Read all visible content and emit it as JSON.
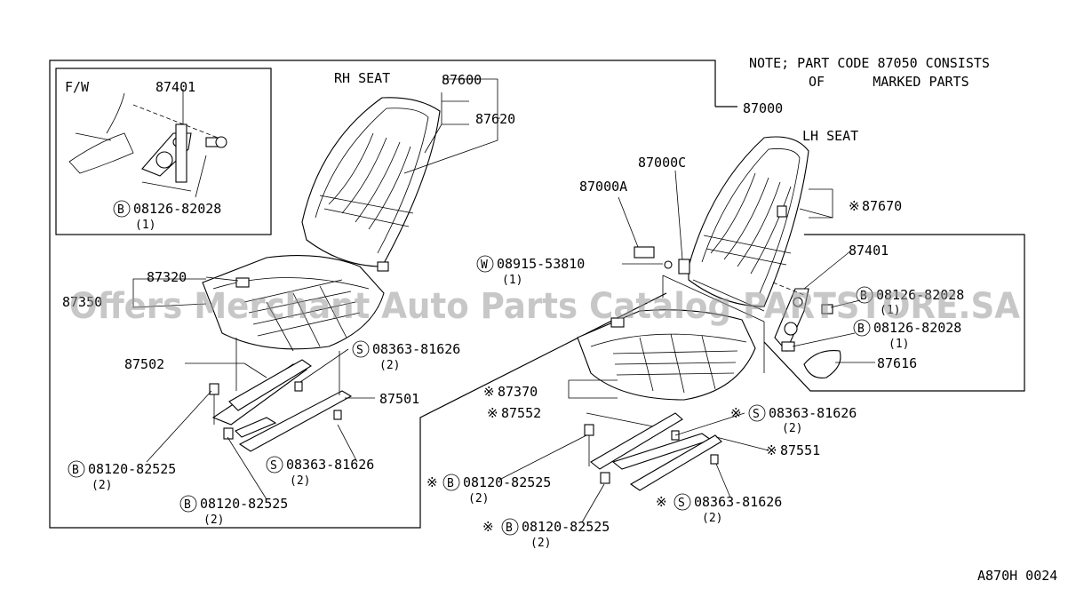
{
  "note": {
    "line1": "NOTE; PART CODE 87050 CONSISTS",
    "line2": "OF      MARKED PARTS"
  },
  "inset_fw": {
    "title": "F/W",
    "part": "87401",
    "bolt_code": "08126-82028",
    "bolt_qty": "(1)"
  },
  "rh_seat": {
    "title": "RH SEAT",
    "back_parts": [
      "87600",
      "87620"
    ],
    "cushion_top": "87320",
    "cushion_side": "87350",
    "bracket": "87502",
    "rail": "87501",
    "screw_a_code": "08363-81626",
    "screw_a_qty": "(2)",
    "screw_b_code": "08363-81626",
    "screw_b_qty": "(2)",
    "bolt_a_code": "08120-82525",
    "bolt_a_qty": "(2)",
    "bolt_b_code": "08120-82525",
    "bolt_b_qty": "(2)"
  },
  "lh_seat": {
    "title": "LH SEAT",
    "assembly": "87000",
    "part_c": "87000C",
    "part_a": "87000A",
    "washer_code": "08915-53810",
    "washer_qty": "(1)",
    "back_cover": "87670",
    "hinge": "87401",
    "hinge_bolt1_code": "08126-82028",
    "hinge_bolt1_qty": "(1)",
    "hinge_bolt2_code": "08126-82028",
    "hinge_bolt2_qty": "(1)",
    "knob": "87616",
    "cushion": "87370",
    "bracket": "87552",
    "rail": "87551",
    "screw_a_code": "08363-81626",
    "screw_a_qty": "(2)",
    "screw_b_code": "08363-81626",
    "screw_b_qty": "(2)",
    "bolt_a_code": "08120-82525",
    "bolt_a_qty": "(2)",
    "bolt_b_code": "08120-82525",
    "bolt_b_qty": "(2)"
  },
  "marker": "※",
  "prefix_b": "B",
  "prefix_s": "S",
  "prefix_w": "W",
  "watermark": "Offers Merchant Auto Parts Catalog PARTSTORE.SA",
  "figure_code": "A870H 0024"
}
